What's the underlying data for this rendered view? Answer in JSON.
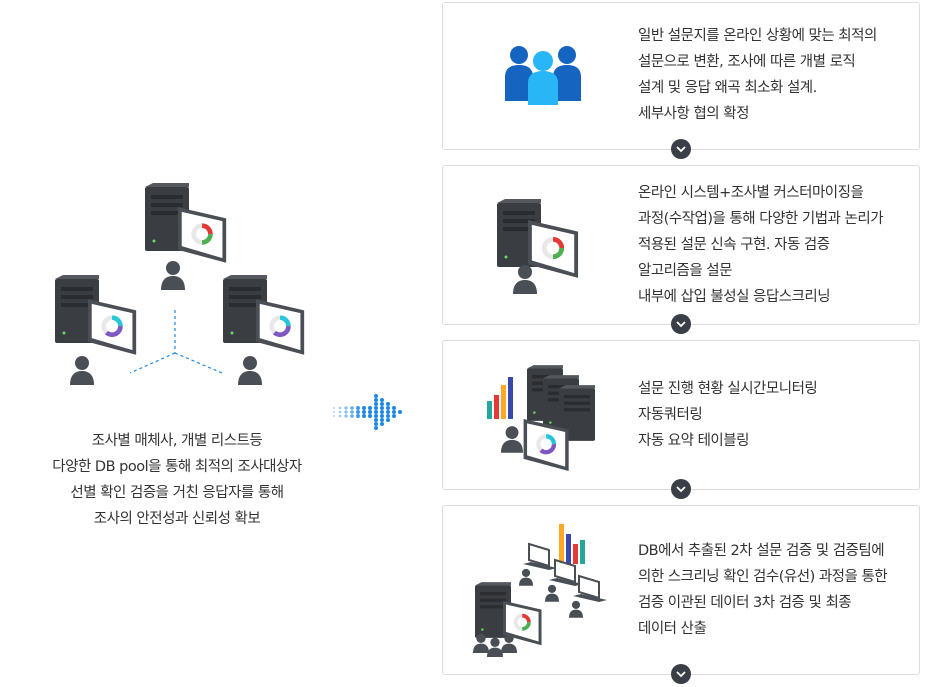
{
  "left_caption": {
    "lines": [
      "조사별 매체사, 개별 리스트등",
      "다양한 DB pool을 통해 최적의 조사대상자",
      "선별 확인 검증을 거친 응답자를 통해",
      "조사의 안전성과 신뢰성 확보"
    ]
  },
  "steps": [
    {
      "icon": "people-group-icon",
      "lines": [
        "일반 설문지를 온라인 상황에 맞는 최적의",
        "설문으로 변환, 조사에 따른 개별 로직",
        "설계 및 응답 왜곡 최소화 설계.",
        "세부사항 협의 확정"
      ]
    },
    {
      "icon": "server-monitor-user-icon",
      "lines": [
        "온라인 시스템+조사별 커스터마이징을",
        "과정(수작업)을 통해 다양한 기법과 논리가",
        "적용된 설문 신속 구현. 자동 검증",
        "알고리즘을 설문",
        "내부에 삽입 불성실 응답스크리닝"
      ]
    },
    {
      "icon": "monitoring-servers-icon",
      "lines": [
        "설문 진행 현황 실시간모니터링",
        "자동쿼터링",
        "자동 요약 테이블링"
      ]
    },
    {
      "icon": "verification-team-icon",
      "lines": [
        "DB에서 추출된 2차 설문 검증 및 검증팀에",
        "의한 스크리닝 확인 검수(유선) 과정을 통한",
        "검증 이관된 데이터 3차 검증 및 최종",
        "데이터 산출"
      ]
    }
  ],
  "colors": {
    "accent_blue": "#1e88e5",
    "server_dark": "#3a3d42",
    "chevron": "#3a3f47",
    "border": "#dcdcdc"
  }
}
